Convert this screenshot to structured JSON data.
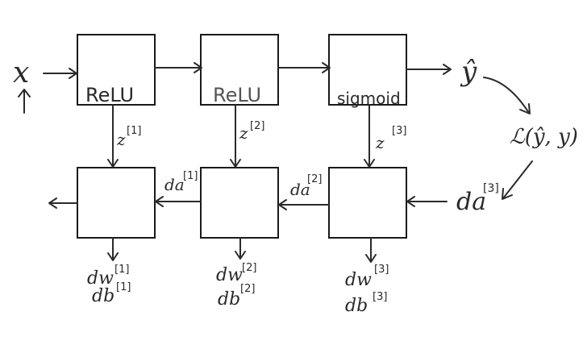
{
  "input": {
    "x": "x"
  },
  "forward": {
    "activations": [
      "ReLU",
      "ReLU",
      "sigmoid"
    ],
    "output": "ŷ",
    "loss": "ℒ(ŷ, y)"
  },
  "cache": {
    "z1": "z",
    "z1_sup": "[1]",
    "z2": "z",
    "z2_sup": "[2]",
    "z3": "z",
    "z3_sup": "[3]"
  },
  "backward": {
    "da3": "da",
    "da3_sup": "[3]",
    "da2": "da",
    "da2_sup": "[2]",
    "da1": "da",
    "da1_sup": "[1]"
  },
  "grads": {
    "dw1": "dw",
    "dw1_sup": "[1]",
    "db1": "db",
    "db1_sup": "[1]",
    "dw2": "dw",
    "dw2_sup": "[2]",
    "db2": "db",
    "db2_sup": "[2]",
    "dw3": "dw",
    "dw3_sup": "[3]",
    "db3": "db",
    "db3_sup": "[3]"
  }
}
